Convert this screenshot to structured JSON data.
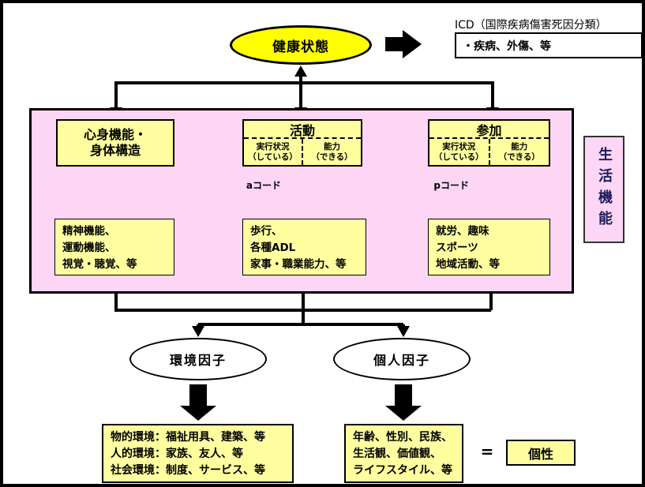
{
  "top": {
    "health_condition": "健康状態",
    "icd_title": "ICD（国際疾病傷害死因分類）",
    "icd_items": "・疾病、外傷、等"
  },
  "life_domain": {
    "label": "生活機能",
    "body": {
      "title_line1": "心身機能・",
      "title_line2": "身体構造",
      "details": [
        "精神機能、",
        "運動機能、",
        "視覚・聴覚、等"
      ]
    },
    "activity": {
      "title": "活動",
      "performance": "実行状況",
      "performance_sub": "（している）",
      "capacity": "能力",
      "capacity_sub": "（できる）",
      "code": "aコード",
      "details": [
        "歩行、",
        "各種ADL",
        "家事・職業能力、等"
      ]
    },
    "participation": {
      "title": "参加",
      "performance": "実行状況",
      "performance_sub": "（している）",
      "capacity": "能力",
      "capacity_sub": "（できる）",
      "code": "pコード",
      "details": [
        "就労、趣味",
        "スポーツ",
        "地域活動、等"
      ]
    }
  },
  "factors": {
    "environmental": {
      "label": "環境因子",
      "details": [
        "物的環境：福祉用具、建築、等",
        "人的環境：家族、友人、等",
        "社会環境：制度、サービス、等"
      ]
    },
    "personal": {
      "label": "個人因子",
      "details": [
        "年齢、性別、民族、",
        "生活観、価値観、",
        "ライフスタイル、等"
      ],
      "equals": "=",
      "individuality": "個性"
    }
  },
  "colors": {
    "bright_yellow": "#ffff00",
    "pale_yellow": "#ffffa0",
    "panel_pink": "#fcd6f4",
    "line_black": "#000000",
    "life_text_navy": "#1c1c5e"
  }
}
